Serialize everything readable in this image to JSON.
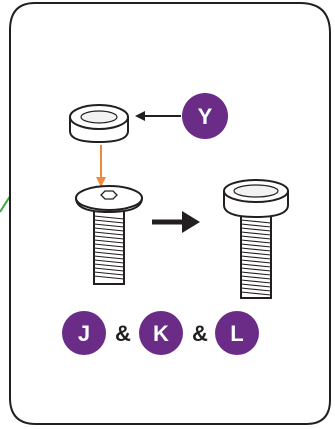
{
  "callout": {
    "label": "Y"
  },
  "parts": [
    {
      "label": "J"
    },
    {
      "label": "K"
    },
    {
      "label": "L"
    }
  ],
  "separator": "&",
  "colors": {
    "badge": "#6a2c86",
    "badge_text": "#ffffff",
    "guide_arrow": "#f08a3c",
    "outline": "#231f20",
    "offpage_line": "#3aa845"
  },
  "icons": [
    "cap-sleeve-icon",
    "screw-socket-head-icon",
    "screw-capped-icon",
    "arrow-right-icon",
    "arrow-left-icon",
    "arrow-down-icon"
  ]
}
